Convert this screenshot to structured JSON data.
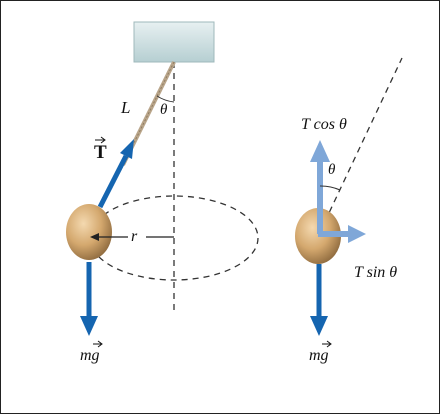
{
  "labels": {
    "L": "L",
    "theta_left": "θ",
    "T_vec": "T",
    "r": "r",
    "mg_left": "mg",
    "T_cos": "T cos θ",
    "theta_right": "θ",
    "T_sin": "T sin θ",
    "mg_right": "mg"
  },
  "colors": {
    "arrow_dark": "#1565b0",
    "arrow_light": "#7fa7d8",
    "bob": "#d4a86e",
    "ceiling": "#cfe0e2",
    "string": "#b9a58a"
  }
}
